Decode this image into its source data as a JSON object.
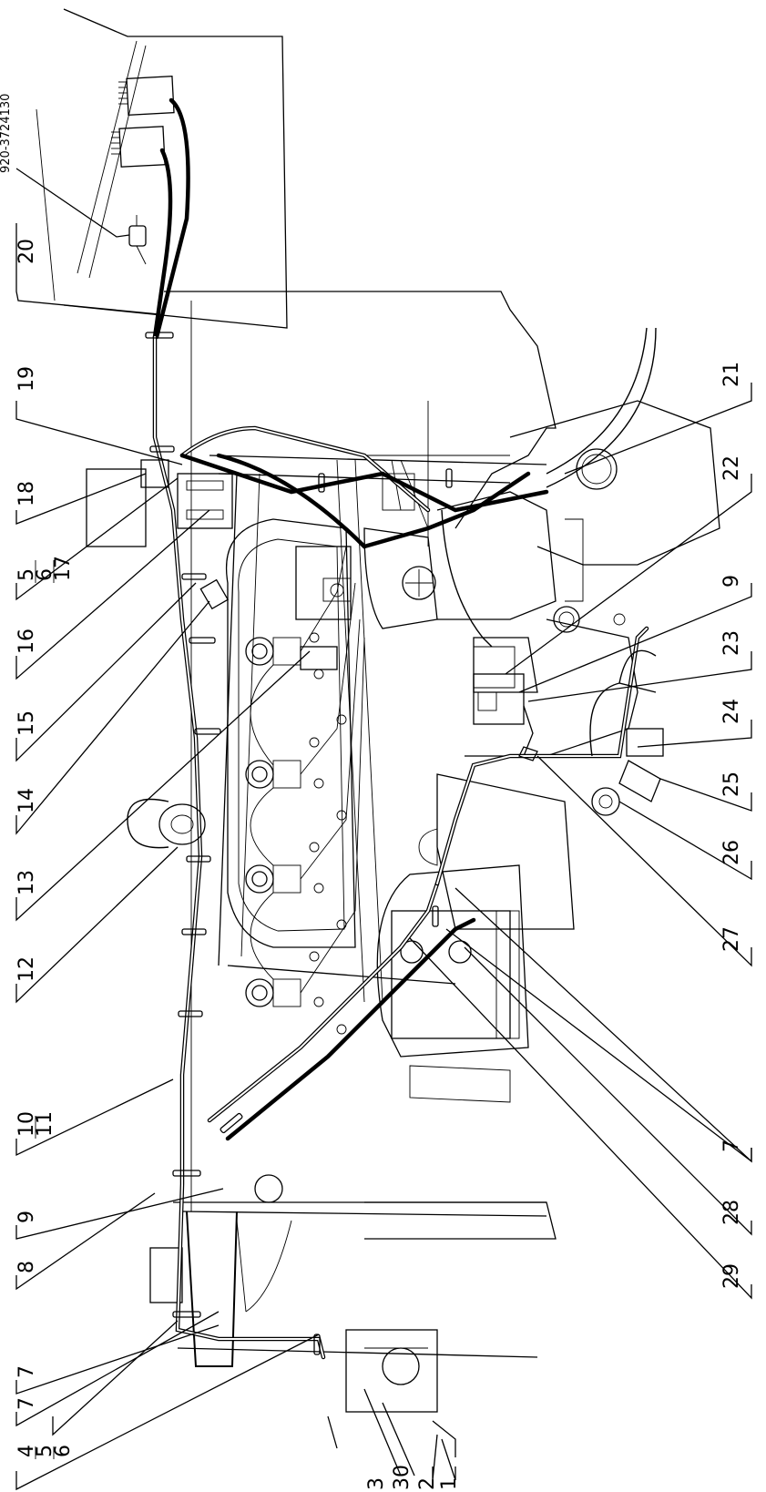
{
  "diagram": {
    "part_number": "920-3724130",
    "callouts": [
      {
        "id": "c20",
        "label": "20"
      },
      {
        "id": "c19",
        "label": "19"
      },
      {
        "id": "c18",
        "label": "18"
      },
      {
        "id": "c5-6-17",
        "label_top": "5",
        "label_mid": "6",
        "label_bot": "17"
      },
      {
        "id": "c16",
        "label": "16"
      },
      {
        "id": "c15",
        "label": "15"
      },
      {
        "id": "c14",
        "label": "14"
      },
      {
        "id": "c13",
        "label": "13"
      },
      {
        "id": "c12",
        "label": "12"
      },
      {
        "id": "c10-11",
        "label_top": "10",
        "label_bot": "11"
      },
      {
        "id": "c9",
        "label": "9"
      },
      {
        "id": "c8",
        "label": "8"
      },
      {
        "id": "c7a",
        "label": "7"
      },
      {
        "id": "c7b",
        "label": "7"
      },
      {
        "id": "c4-5-6",
        "label_top": "4",
        "label_mid": "5",
        "label_bot": "6"
      },
      {
        "id": "c3",
        "label": "3"
      },
      {
        "id": "c30",
        "label": "30"
      },
      {
        "id": "c2",
        "label": "2"
      },
      {
        "id": "c1",
        "label": "1"
      },
      {
        "id": "c21",
        "label": "21"
      },
      {
        "id": "c22",
        "label": "22"
      },
      {
        "id": "c9b",
        "label": "9"
      },
      {
        "id": "c23",
        "label": "23"
      },
      {
        "id": "c24",
        "label": "24"
      },
      {
        "id": "c25",
        "label": "25"
      },
      {
        "id": "c26",
        "label": "26"
      },
      {
        "id": "c27",
        "label": "27"
      },
      {
        "id": "c7c",
        "label": "7"
      },
      {
        "id": "c28",
        "label": "28"
      },
      {
        "id": "c29",
        "label": "29"
      }
    ]
  }
}
